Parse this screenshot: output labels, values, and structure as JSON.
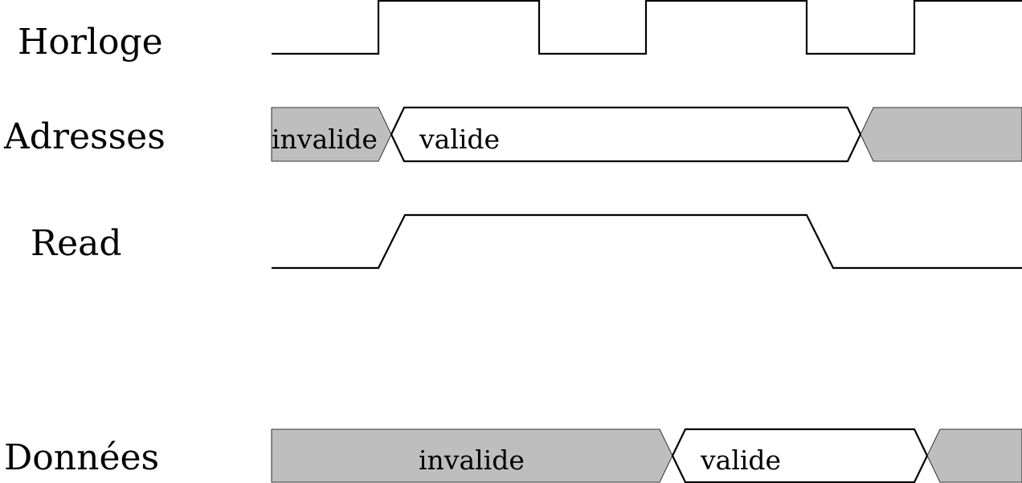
{
  "colors": {
    "invalid_fill": "#bebebe",
    "valid_fill": "#ffffff",
    "line": "#000000",
    "background": "#ffffff"
  },
  "signals": {
    "clock": {
      "label": "Horloge",
      "levels": [
        0,
        1,
        0,
        1,
        0,
        1
      ]
    },
    "address": {
      "label": "Adresses",
      "segments": [
        {
          "state": "invalid",
          "text": "invalide"
        },
        {
          "state": "valid",
          "text": "valide"
        },
        {
          "state": "invalid",
          "text": ""
        }
      ]
    },
    "read": {
      "label": "Read",
      "levels": [
        0,
        1,
        0
      ]
    },
    "data": {
      "label": "Données",
      "segments": [
        {
          "state": "invalid",
          "text": "invalide"
        },
        {
          "state": "valid",
          "text": "valide"
        },
        {
          "state": "invalid",
          "text": ""
        }
      ]
    }
  }
}
